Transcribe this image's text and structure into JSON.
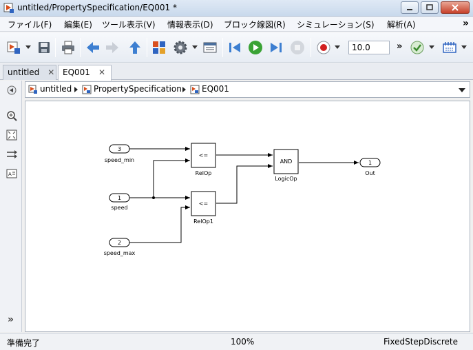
{
  "window": {
    "title": "untitled/PropertySpecification/EQ001 *"
  },
  "menu": [
    "ファイル(F)",
    "編集(E)",
    "ツール表示(V)",
    "情報表示(D)",
    "ブロック線図(R)",
    "シミュレーション(S)",
    "解析(A)"
  ],
  "toolbar": {
    "stop_time": "10.0",
    "more": "»"
  },
  "tabs": [
    {
      "label": "untitled",
      "close": "✕"
    },
    {
      "label": "EQ001",
      "close": "✕"
    }
  ],
  "breadcrumb": [
    "untitled",
    "PropertySpecification",
    "EQ001"
  ],
  "diagram": {
    "inports": [
      {
        "number": "3",
        "name": "speed_min"
      },
      {
        "number": "1",
        "name": "speed"
      },
      {
        "number": "2",
        "name": "speed_max"
      }
    ],
    "relops": [
      {
        "op": "<=",
        "name": "RelOp"
      },
      {
        "op": "<=",
        "name": "RelOp1"
      }
    ],
    "logic": {
      "op": "AND",
      "name": "LogicOp"
    },
    "outport": {
      "number": "1",
      "name": "Out"
    }
  },
  "palette": {
    "more": "»"
  },
  "status": {
    "left": "準備完了",
    "zoom": "100%",
    "solver": "FixedStepDiscrete"
  },
  "colors": {
    "run_green": "#3aa335",
    "arrow_blue": "#3d7fd1",
    "record_red": "#d21f1f"
  },
  "icons": [
    "model-icon",
    "save-icon",
    "print-icon",
    "back-icon",
    "forward-icon",
    "up-icon",
    "library-icon",
    "gear-icon",
    "explorer-icon",
    "step-back-icon",
    "run-icon",
    "step-forward-icon",
    "stop-icon",
    "record-icon",
    "check-icon",
    "build-icon"
  ]
}
